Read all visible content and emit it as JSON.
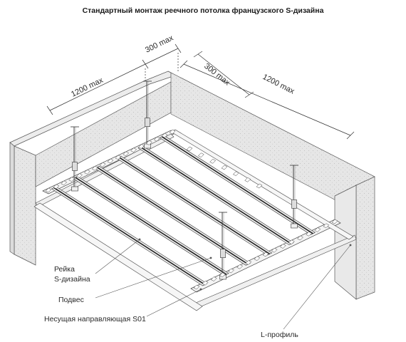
{
  "title": "Стандартный монтаж реечного потолка французского S-дизайна",
  "dimensions": {
    "left_span": "1200 max",
    "top_span": "300 max",
    "mid_span": "300 max",
    "right_span": "1200 max"
  },
  "labels": {
    "slat_line1": "Рейка",
    "slat_line2": "S-дизайна",
    "hanger": "Подвес",
    "carrier": "Несущая направляющая S01",
    "l_profile": "L-профиль"
  }
}
